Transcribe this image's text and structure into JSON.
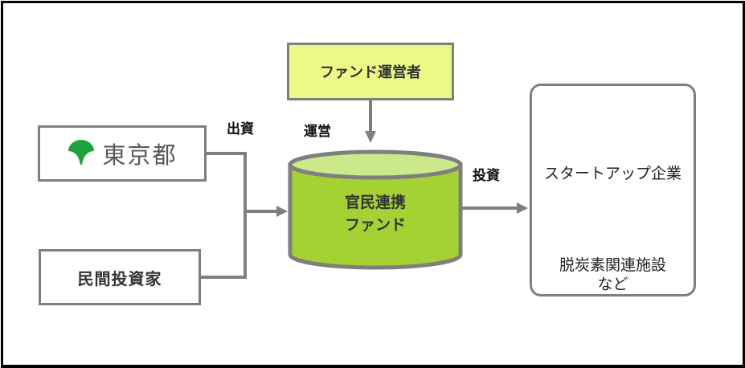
{
  "diagram": {
    "tokyo_label": "東京都",
    "investor_label": "民間投資家",
    "operator_label": "ファンド運営者",
    "fund_line1": "官民連携",
    "fund_line2": "ファンド",
    "edge_invest_in": "出資",
    "edge_operate": "運営",
    "edge_invest_out": "投資",
    "target_startup": "スタートアップ企業",
    "target_decarbon": "脱炭素関連施設",
    "target_etc": "など"
  },
  "colors": {
    "operator_fill": "#ebfa84",
    "fund_fill": "#a5d233",
    "fund_top": "#cbe88a",
    "tokyo_logo": "#1aa33d",
    "line": "#7f7f7f",
    "icon": "#8a8780"
  }
}
